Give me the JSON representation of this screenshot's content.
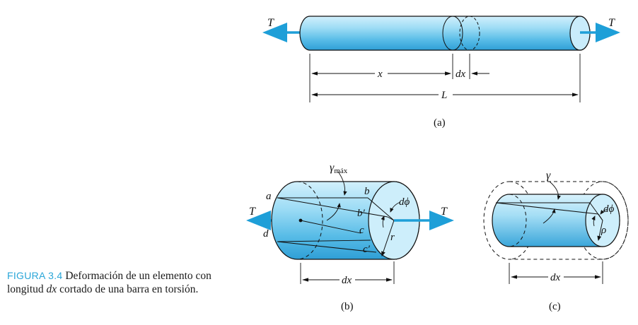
{
  "caption": {
    "label": "FIGURA 3.4",
    "text_part1": "Deformación de un elemento con longitud",
    "variable": "dx",
    "text_part2": "cortado de una barra en torsión."
  },
  "panel_a": {
    "label": "(a)",
    "torque_left": "T",
    "torque_right": "T",
    "dim_x": "x",
    "dim_dx": "dx",
    "dim_L": "L"
  },
  "panel_b": {
    "label": "(b)",
    "gamma_max_symbol": "γ",
    "gamma_max_subscript": "máx",
    "point_a": "a",
    "point_b": "b",
    "point_b_prime": "b′",
    "point_c": "c",
    "point_c_prime": "c′",
    "point_d": "d",
    "angle": "dϕ",
    "radius": "r",
    "torque_left": "T",
    "torque_right": "T",
    "dim_dx": "dx"
  },
  "panel_c": {
    "label": "(c)",
    "gamma": "γ",
    "angle": "dϕ",
    "radius": "ρ",
    "dim_dx": "dx"
  },
  "colors": {
    "bar_light": "#cdeefb",
    "bar_mid": "#8fd6f3",
    "bar_dark": "#33a9de",
    "arrow": "#1e9fd8",
    "caption_label": "#2aa6d8"
  }
}
